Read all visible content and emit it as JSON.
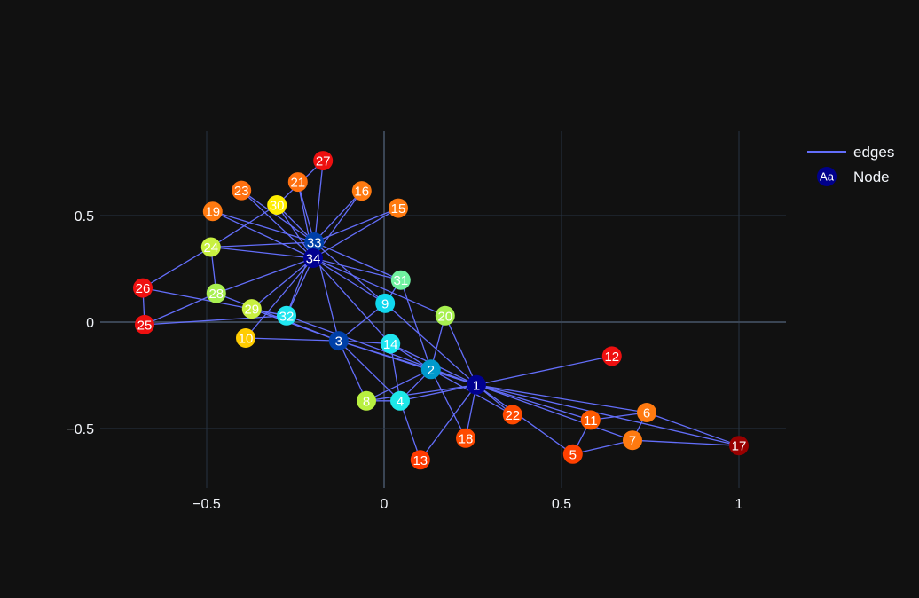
{
  "chart_data": {
    "type": "scatter",
    "title": "",
    "xlabel": "",
    "ylabel": "",
    "xlim": [
      -0.8,
      1.13
    ],
    "ylim": [
      -0.78,
      0.9
    ],
    "x_ticks": [
      {
        "value": -0.5,
        "label": "−0.5"
      },
      {
        "value": 0,
        "label": "0"
      },
      {
        "value": 0.5,
        "label": "0.5"
      },
      {
        "value": 1,
        "label": "1"
      }
    ],
    "y_ticks": [
      {
        "value": 0.5,
        "label": "0.5"
      },
      {
        "value": 0,
        "label": "0"
      },
      {
        "value": -0.5,
        "label": "−0.5"
      }
    ],
    "grid": true,
    "legend": {
      "placement": "top-right",
      "entries": [
        {
          "name": "edges",
          "kind": "line",
          "color": "#636efa"
        },
        {
          "name": "Node",
          "kind": "marker",
          "symbol_text": "Aa",
          "color": "#00008b"
        }
      ]
    },
    "edge_color": "#636efa",
    "nodes": [
      {
        "id": "1",
        "x": 0.26,
        "y": -0.295,
        "color": "#00008f"
      },
      {
        "id": "2",
        "x": 0.132,
        "y": -0.222,
        "color": "#0099cc"
      },
      {
        "id": "3",
        "x": -0.128,
        "y": -0.088,
        "color": "#0040a8"
      },
      {
        "id": "4",
        "x": 0.045,
        "y": -0.37,
        "color": "#1ee8e8"
      },
      {
        "id": "5",
        "x": 0.532,
        "y": -0.62,
        "color": "#ff4000"
      },
      {
        "id": "6",
        "x": 0.74,
        "y": -0.425,
        "color": "#ff7a10"
      },
      {
        "id": "7",
        "x": 0.7,
        "y": -0.555,
        "color": "#ff7a10"
      },
      {
        "id": "8",
        "x": -0.05,
        "y": -0.37,
        "color": "#b8f040"
      },
      {
        "id": "9",
        "x": 0.003,
        "y": 0.088,
        "color": "#10d8ee"
      },
      {
        "id": "10",
        "x": -0.39,
        "y": -0.075,
        "color": "#ffcc00"
      },
      {
        "id": "11",
        "x": 0.582,
        "y": -0.46,
        "color": "#ff5a00"
      },
      {
        "id": "12",
        "x": 0.642,
        "y": -0.16,
        "color": "#ee1010"
      },
      {
        "id": "13",
        "x": 0.102,
        "y": -0.647,
        "color": "#ff3a00"
      },
      {
        "id": "14",
        "x": 0.018,
        "y": -0.102,
        "color": "#20e6f0"
      },
      {
        "id": "15",
        "x": 0.04,
        "y": 0.535,
        "color": "#ff7a10"
      },
      {
        "id": "16",
        "x": -0.063,
        "y": 0.616,
        "color": "#ff7a10"
      },
      {
        "id": "17",
        "x": 1.0,
        "y": -0.58,
        "color": "#990000"
      },
      {
        "id": "18",
        "x": 0.23,
        "y": -0.545,
        "color": "#ff4a00"
      },
      {
        "id": "19",
        "x": -0.483,
        "y": 0.52,
        "color": "#ff7a10"
      },
      {
        "id": "20",
        "x": 0.172,
        "y": 0.03,
        "color": "#a8f050"
      },
      {
        "id": "21",
        "x": -0.243,
        "y": 0.658,
        "color": "#ff7010"
      },
      {
        "id": "22",
        "x": 0.362,
        "y": -0.435,
        "color": "#ff4a00"
      },
      {
        "id": "23",
        "x": -0.402,
        "y": 0.618,
        "color": "#ff7010"
      },
      {
        "id": "24",
        "x": -0.488,
        "y": 0.352,
        "color": "#c8f040"
      },
      {
        "id": "25",
        "x": -0.675,
        "y": -0.012,
        "color": "#ee1010"
      },
      {
        "id": "26",
        "x": -0.68,
        "y": 0.16,
        "color": "#ee1010"
      },
      {
        "id": "27",
        "x": -0.172,
        "y": 0.758,
        "color": "#ee1010"
      },
      {
        "id": "28",
        "x": -0.473,
        "y": 0.135,
        "color": "#a8f050"
      },
      {
        "id": "29",
        "x": -0.373,
        "y": 0.062,
        "color": "#c8f040"
      },
      {
        "id": "30",
        "x": -0.302,
        "y": 0.55,
        "color": "#ffee00"
      },
      {
        "id": "31",
        "x": 0.047,
        "y": 0.197,
        "color": "#70f0a0"
      },
      {
        "id": "32",
        "x": -0.275,
        "y": 0.03,
        "color": "#20e6f0"
      },
      {
        "id": "33",
        "x": -0.197,
        "y": 0.375,
        "color": "#0040a8"
      },
      {
        "id": "34",
        "x": -0.2,
        "y": 0.3,
        "color": "#00008f"
      }
    ],
    "edges": [
      [
        "1",
        "2"
      ],
      [
        "1",
        "3"
      ],
      [
        "1",
        "4"
      ],
      [
        "1",
        "5"
      ],
      [
        "1",
        "6"
      ],
      [
        "1",
        "7"
      ],
      [
        "1",
        "8"
      ],
      [
        "1",
        "9"
      ],
      [
        "1",
        "11"
      ],
      [
        "1",
        "12"
      ],
      [
        "1",
        "13"
      ],
      [
        "1",
        "14"
      ],
      [
        "1",
        "17"
      ],
      [
        "1",
        "18"
      ],
      [
        "1",
        "20"
      ],
      [
        "1",
        "22"
      ],
      [
        "1",
        "32"
      ],
      [
        "2",
        "3"
      ],
      [
        "2",
        "4"
      ],
      [
        "2",
        "8"
      ],
      [
        "2",
        "14"
      ],
      [
        "2",
        "18"
      ],
      [
        "2",
        "20"
      ],
      [
        "2",
        "22"
      ],
      [
        "2",
        "31"
      ],
      [
        "3",
        "4"
      ],
      [
        "3",
        "8"
      ],
      [
        "3",
        "9"
      ],
      [
        "3",
        "10"
      ],
      [
        "3",
        "14"
      ],
      [
        "3",
        "28"
      ],
      [
        "3",
        "29"
      ],
      [
        "3",
        "33"
      ],
      [
        "4",
        "8"
      ],
      [
        "4",
        "13"
      ],
      [
        "4",
        "14"
      ],
      [
        "5",
        "7"
      ],
      [
        "5",
        "11"
      ],
      [
        "6",
        "7"
      ],
      [
        "6",
        "11"
      ],
      [
        "6",
        "17"
      ],
      [
        "7",
        "17"
      ],
      [
        "9",
        "31"
      ],
      [
        "9",
        "33"
      ],
      [
        "9",
        "34"
      ],
      [
        "10",
        "34"
      ],
      [
        "14",
        "34"
      ],
      [
        "15",
        "33"
      ],
      [
        "15",
        "34"
      ],
      [
        "16",
        "33"
      ],
      [
        "16",
        "34"
      ],
      [
        "19",
        "33"
      ],
      [
        "19",
        "34"
      ],
      [
        "20",
        "34"
      ],
      [
        "21",
        "33"
      ],
      [
        "21",
        "34"
      ],
      [
        "23",
        "33"
      ],
      [
        "23",
        "34"
      ],
      [
        "24",
        "26"
      ],
      [
        "24",
        "28"
      ],
      [
        "24",
        "30"
      ],
      [
        "24",
        "33"
      ],
      [
        "24",
        "34"
      ],
      [
        "25",
        "26"
      ],
      [
        "25",
        "28"
      ],
      [
        "25",
        "32"
      ],
      [
        "26",
        "32"
      ],
      [
        "27",
        "30"
      ],
      [
        "27",
        "34"
      ],
      [
        "28",
        "34"
      ],
      [
        "29",
        "32"
      ],
      [
        "29",
        "34"
      ],
      [
        "30",
        "33"
      ],
      [
        "30",
        "34"
      ],
      [
        "31",
        "33"
      ],
      [
        "31",
        "34"
      ],
      [
        "32",
        "33"
      ],
      [
        "32",
        "34"
      ],
      [
        "33",
        "34"
      ]
    ]
  }
}
